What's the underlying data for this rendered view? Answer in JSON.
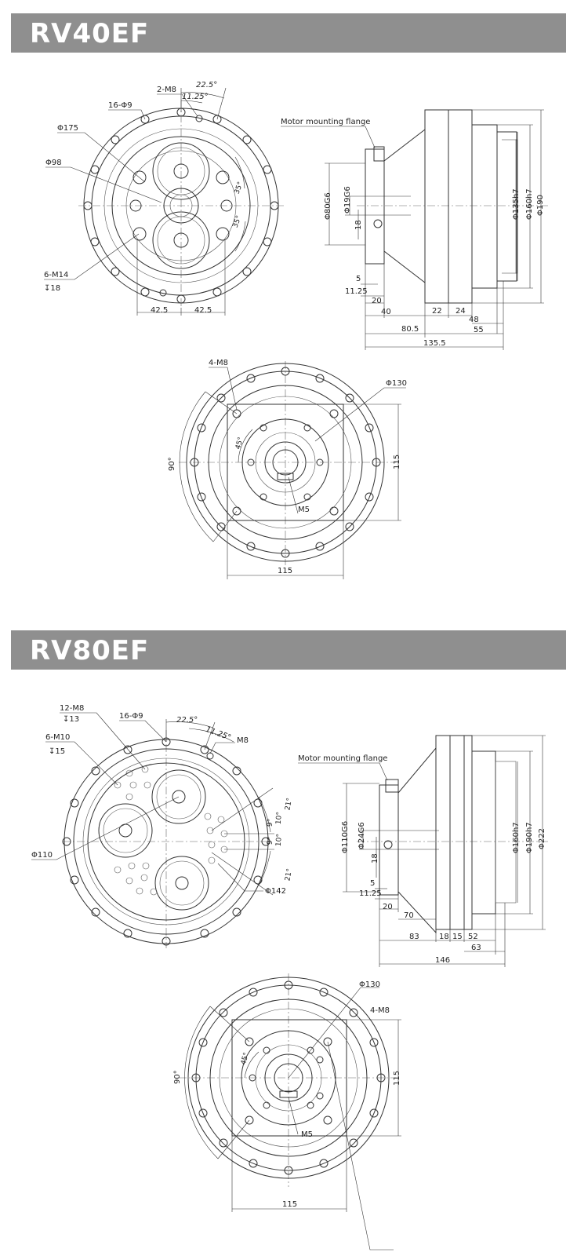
{
  "sections": [
    {
      "title": "RV40EF",
      "front": {
        "holes": "16-Φ9",
        "tap_a": "2-M8",
        "angle_a": "22.5°",
        "angle_b": "11.25°",
        "dia_a": "Φ175",
        "dia_b": "Φ98",
        "tap_b": "6-M14",
        "tap_b_depth": "↧18",
        "angle_c": "35°",
        "angle_d": "35°",
        "offset_l": "42.5",
        "offset_r": "42.5"
      },
      "side": {
        "flange": "Motor mounting flange",
        "d1": "Φ80G6",
        "d2": "Φ19G6",
        "d3": "18",
        "d4": "Φ135h7",
        "d5": "Φ160h7",
        "d6": "Φ190",
        "l1": "5",
        "l2": "11.25",
        "l3": "20",
        "l4": "40",
        "l5": "80.5",
        "l6": "135.5",
        "l7": "22",
        "l8": "24",
        "l9": "48",
        "l10": "55"
      },
      "rear": {
        "tap": "4-M8",
        "pcd": "Φ130",
        "angle": "45°",
        "angle_b": "90°",
        "w": "115",
        "h": "115",
        "screw": "M5"
      }
    },
    {
      "title": "RV80EF",
      "front": {
        "tap_a": "12-M8",
        "tap_a_depth": "↧13",
        "holes": "16-Φ9",
        "tap_b": "6-M10",
        "tap_b_depth": "↧15",
        "angle_a": "22.5°",
        "angle_b": "11.25°",
        "tap_c": "M8",
        "angle_c": "21°",
        "angle_d": "21°",
        "a1": "10°",
        "a2": "9°",
        "a3": "10°",
        "a4": "9°",
        "dia_a": "Φ110",
        "dia_b": "Φ142"
      },
      "side": {
        "flange": "Motor mounting flange",
        "d1": "Φ110G6",
        "d2": "Φ24G6",
        "d3": "18",
        "d4": "Φ160h7",
        "d5": "Φ190h7",
        "d6": "Φ222",
        "l1": "5",
        "l2": "11.25",
        "l3": "20",
        "l4": "70",
        "l5": "83",
        "l6": "146",
        "l7": "18",
        "l8": "15",
        "l9": "52",
        "l10": "63"
      },
      "rear": {
        "pcd": "Φ130",
        "tap": "4-M8",
        "angle": "45°",
        "angle_b": "90°",
        "w": "115",
        "h": "115",
        "screw": "M5"
      }
    }
  ]
}
